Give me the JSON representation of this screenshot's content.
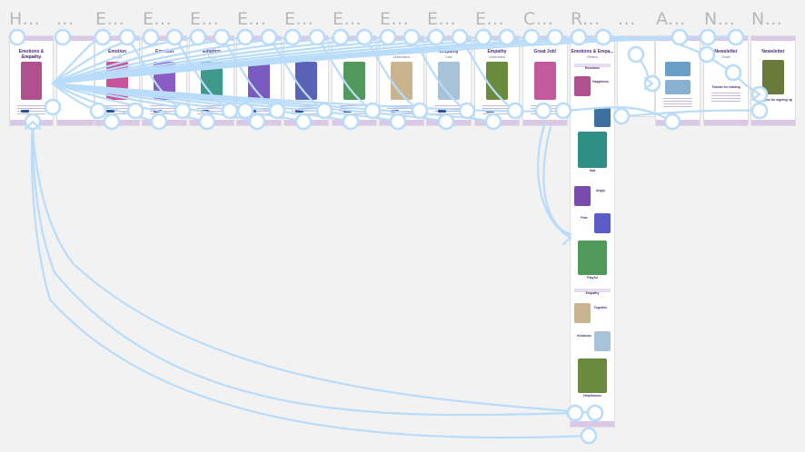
{
  "frame_titles": [
    "H...",
    "...",
    "E...",
    "E...",
    "E...",
    "E...",
    "E...",
    "E...",
    "E...",
    "E...",
    "E...",
    "C...",
    "R...",
    "...",
    "A...",
    "N...",
    "N..."
  ],
  "frames": {
    "home": {
      "title": "Emotions & Empathy",
      "subtitle": "For Kids to Be"
    },
    "f3": {
      "title": "Emotion",
      "subtitle": "Happy"
    },
    "f4": {
      "title": "Emotion",
      "subtitle": "Sad"
    },
    "f5": {
      "title": "Emotion",
      "subtitle": "Angry"
    },
    "f8": {
      "title": "Empathy",
      "subtitle": "Understand"
    },
    "f9": {
      "title": "Empathy",
      "subtitle": "Kind"
    },
    "f10": {
      "title": "Empathy",
      "subtitle": "Understand"
    },
    "congrats": {
      "title": "Great Job!",
      "subtitle": ""
    },
    "review": {
      "title": "Emotions & Empa...",
      "subtitle": "Review",
      "section_emotions": "Emotions",
      "section_empathy": "Empathy",
      "items": [
        "Happiness",
        "Sad",
        "Angry",
        "Fear",
        "Playful",
        "Together",
        "Kindness",
        "Helpfulness"
      ]
    },
    "newsletter1": {
      "title": "Newsletter",
      "subtitle": "Email",
      "label": "Thanks for reading"
    },
    "newsletter2": {
      "title": "Newsletter",
      "subtitle": "Thank you for signing up"
    }
  },
  "colors": {
    "canvas_bg": "#f2f2f2",
    "wire": "#b9dcfa",
    "wire_node": "#b9dcfa",
    "frame_accent": "#d9c8e6",
    "title_text": "#4a2d73",
    "frame_title_text": "#b8b8b8"
  }
}
